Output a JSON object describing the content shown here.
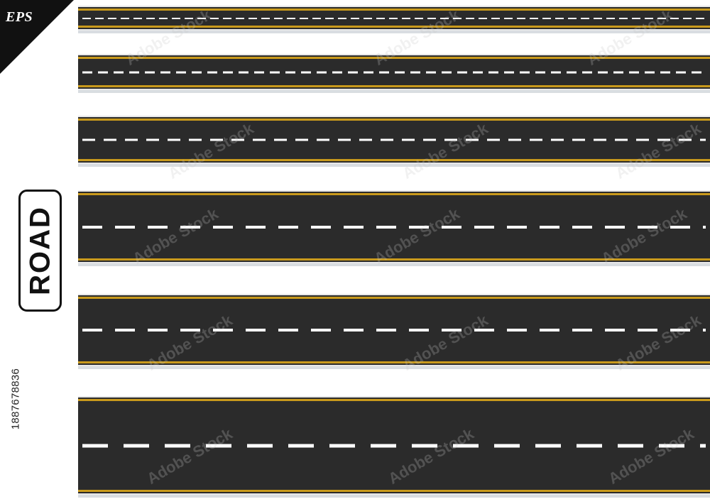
{
  "badge": {
    "label": "EPS"
  },
  "sign": {
    "label": "ROAD"
  },
  "stock_id": "1887678836",
  "watermark": "Adobe Stock",
  "colors": {
    "asphalt": "#2b2b2b",
    "edge_line": "#c99a1c",
    "center_line": "#ffffff",
    "shadow": "#d9dde1"
  },
  "roads": [
    {
      "name": "road-1"
    },
    {
      "name": "road-2"
    },
    {
      "name": "road-3"
    },
    {
      "name": "road-4"
    },
    {
      "name": "road-5"
    },
    {
      "name": "road-6"
    }
  ]
}
